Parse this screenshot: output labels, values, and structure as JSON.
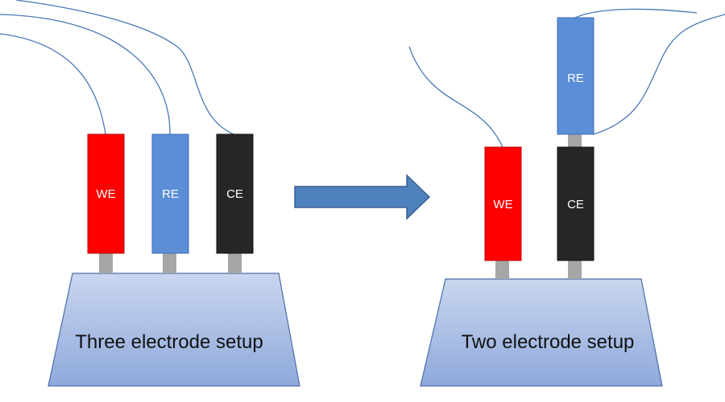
{
  "colors": {
    "we": "#ff0000",
    "re": "#5b8ed6",
    "ce": "#262626",
    "stem": "#a6a6a6",
    "base_top": "#c9d6ee",
    "base_bottom": "#8fa9dc",
    "base_stroke": "#4a6ea8",
    "wire": "#4a78b8",
    "arrow_fill": "#4f81bd",
    "arrow_stroke": "#3a5f91"
  },
  "diagrams": {
    "three_electrode": {
      "caption": "Three electrode setup",
      "electrodes": [
        {
          "id": "we",
          "label": "WE"
        },
        {
          "id": "re",
          "label": "RE"
        },
        {
          "id": "ce",
          "label": "CE"
        }
      ]
    },
    "two_electrode": {
      "caption": "Two electrode setup",
      "electrodes": [
        {
          "id": "we",
          "label": "WE"
        },
        {
          "id": "re",
          "label": "RE"
        },
        {
          "id": "ce",
          "label": "CE"
        }
      ]
    }
  },
  "arrow": {
    "icon": "right-arrow-icon"
  }
}
